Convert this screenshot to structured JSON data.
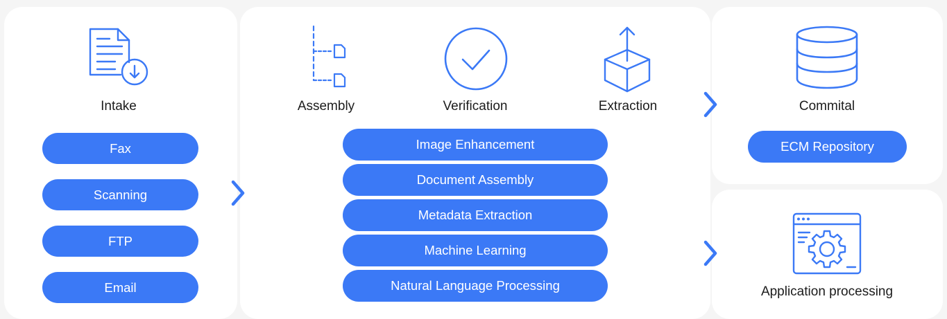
{
  "intake": {
    "title": "Intake",
    "icon": "document-download-icon",
    "channels": [
      "Fax",
      "Scanning",
      "FTP",
      "Email"
    ]
  },
  "processing": {
    "steps": [
      {
        "label": "Assembly",
        "icon": "document-tree-icon"
      },
      {
        "label": "Verification",
        "icon": "checkmark-circle-icon"
      },
      {
        "label": "Extraction",
        "icon": "box-upload-icon"
      }
    ],
    "capabilities": [
      "Image Enhancement",
      "Document Assembly",
      "Metadata Extraction",
      "Machine Learning",
      "Natural Language Processing"
    ]
  },
  "commital": {
    "title": "Commital",
    "icon": "database-icon",
    "target": "ECM Repository"
  },
  "application": {
    "title": "Application processing",
    "icon": "app-window-gear-icon"
  },
  "colors": {
    "accent": "#3b79f6",
    "card": "#ffffff",
    "background": "#f5f5f5",
    "text": "#1c1c1c"
  }
}
